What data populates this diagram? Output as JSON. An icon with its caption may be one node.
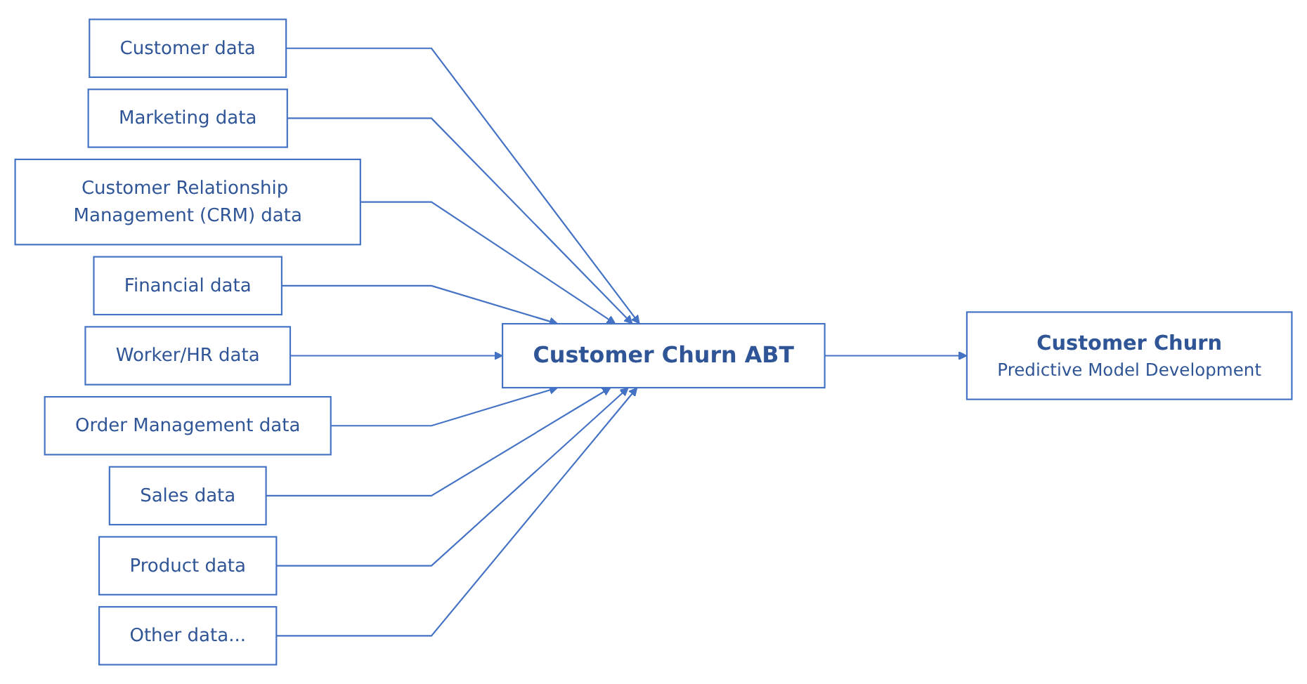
{
  "diagram": {
    "nodes": [
      {
        "text": [
          "Customer data"
        ]
      },
      {
        "text": [
          "Marketing data"
        ]
      },
      {
        "text": [
          "Customer Relationship Management (CRM) data"
        ]
      },
      {
        "text": [
          "Financial data"
        ]
      },
      {
        "text": [
          "Worker/HR data"
        ]
      },
      {
        "text": [
          "Order Management data"
        ]
      },
      {
        "text": [
          "Sales data"
        ]
      },
      {
        "text": [
          "Product data"
        ]
      },
      {
        "text": [
          "Other data..."
        ]
      },
      {
        "text": [
          "Customer Churn ABT"
        ]
      },
      {
        "text": [
          "Customer Churn",
          "Predictive Model Development"
        ]
      }
    ],
    "edges": [
      {
        "from": 0,
        "to": 9,
        "arrow": "to"
      },
      {
        "from": 1,
        "to": 9,
        "arrow": "to"
      },
      {
        "from": 2,
        "to": 9,
        "arrow": "to"
      },
      {
        "from": 3,
        "to": 9,
        "arrow": "to"
      },
      {
        "from": 4,
        "to": 9,
        "arrow": "to"
      },
      {
        "from": 5,
        "to": 9,
        "arrow": "to"
      },
      {
        "from": 6,
        "to": 9,
        "arrow": "to"
      },
      {
        "from": 7,
        "to": 9,
        "arrow": "to"
      },
      {
        "from": 8,
        "to": 9,
        "arrow": "to"
      },
      {
        "from": 9,
        "to": 10,
        "arrow": "to"
      }
    ]
  }
}
